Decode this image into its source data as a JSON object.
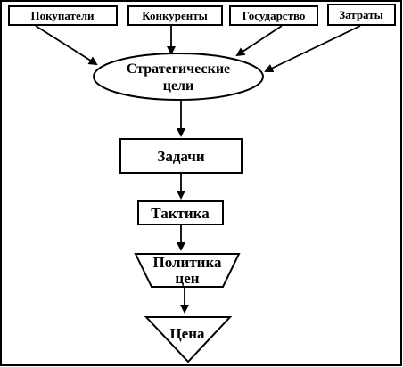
{
  "diagram": {
    "inputs": {
      "customers": "Покупатели",
      "competitors": "Конкуренты",
      "state": "Государство",
      "costs": "Затраты"
    },
    "goals": {
      "line1": "Стратегические",
      "line2": "цели"
    },
    "tasks": "Задачи",
    "tactics": "Тактика",
    "pricing_policy": {
      "line1": "Политика",
      "line2": "цен"
    },
    "price": "Цена"
  }
}
